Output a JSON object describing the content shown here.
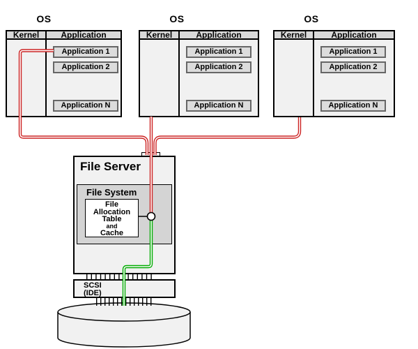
{
  "os_nodes": [
    {
      "title": "OS",
      "kernel_label": "Kernel",
      "application_label": "Application",
      "apps": [
        "Application 1",
        "Application 2",
        "Application N"
      ]
    },
    {
      "title": "OS",
      "kernel_label": "Kernel",
      "application_label": "Application",
      "apps": [
        "Application 1",
        "Application 2",
        "Application N"
      ]
    },
    {
      "title": "OS",
      "kernel_label": "Kernel",
      "application_label": "Application",
      "apps": [
        "Application 1",
        "Application 2",
        "Application N"
      ]
    }
  ],
  "file_server": {
    "title": "File Server",
    "file_system": {
      "title": "File System",
      "fat_lines": [
        "File",
        "Allocation",
        "Table",
        "and",
        "Cache"
      ]
    }
  },
  "controller": {
    "name": "SCSI",
    "alt": "(IDE)"
  },
  "colors": {
    "request_pipe": "#cc2222",
    "response_pipe": "#00aa00",
    "node_fill": "#f1f1f1",
    "header_fill": "#d9d9d9",
    "file_system_fill": "#d4d4d4"
  }
}
